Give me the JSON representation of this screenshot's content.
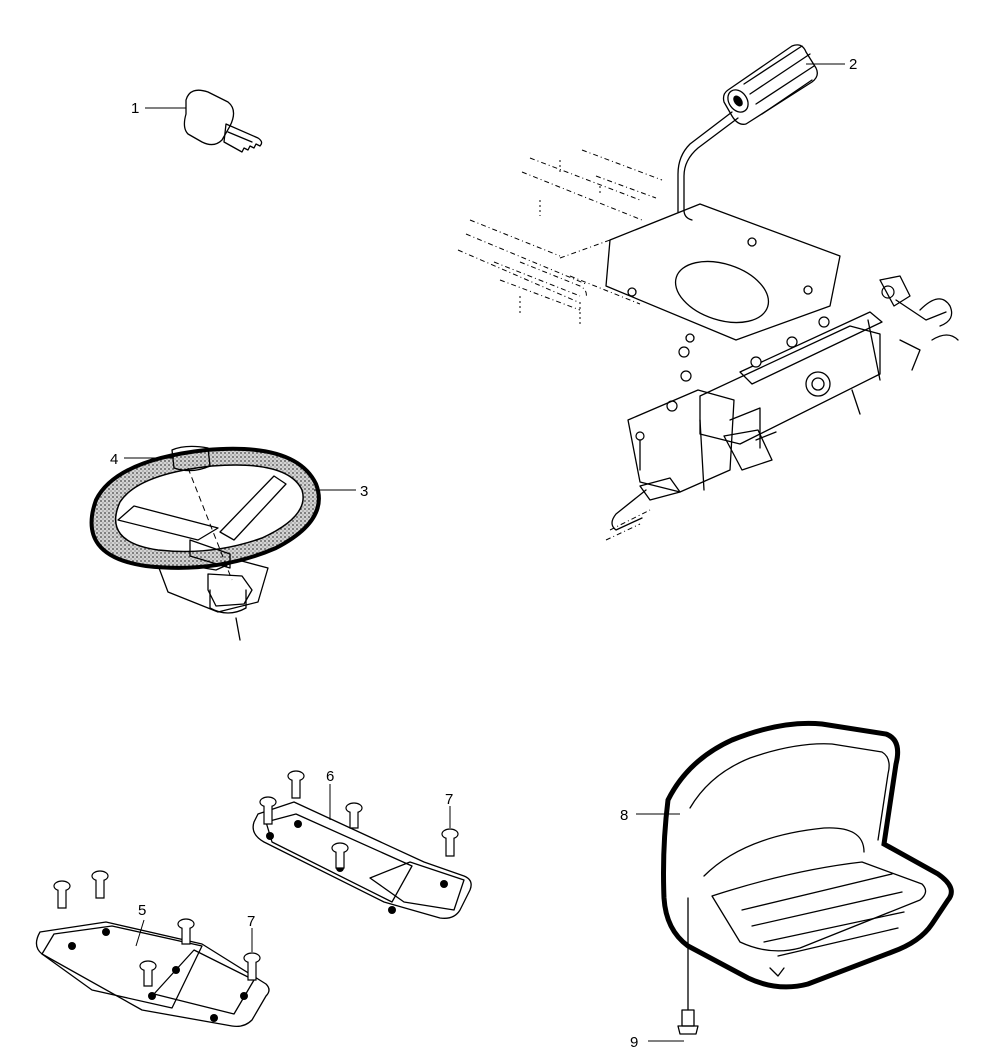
{
  "callouts": {
    "c1": "1",
    "c2": "2",
    "c3": "3",
    "c4": "4",
    "c5": "5",
    "c6": "6",
    "c7a": "7",
    "c7b": "7",
    "c8": "8",
    "c9": "9"
  },
  "colors": {
    "ink": "#000000",
    "shade": "#9a9a9a",
    "background": "#ffffff"
  }
}
